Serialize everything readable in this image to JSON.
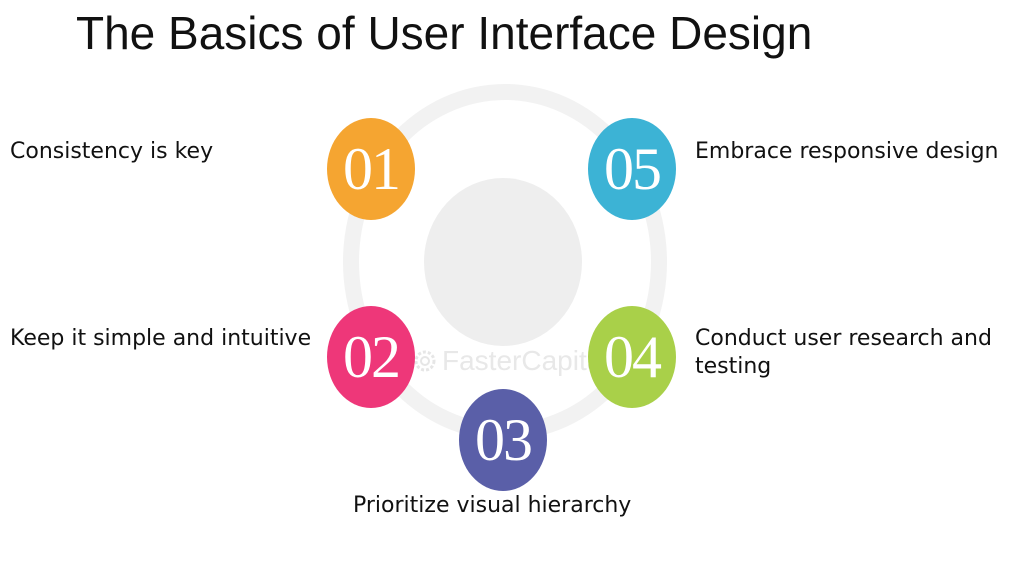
{
  "title": "The Basics of User Interface Design",
  "steps": [
    {
      "number": "01",
      "label": "Consistency is key",
      "color": "#f5a531"
    },
    {
      "number": "02",
      "label": "Keep it simple and intuitive",
      "color": "#ee3779"
    },
    {
      "number": "03",
      "label": "Prioritize visual hierarchy",
      "color": "#5a5fa8"
    },
    {
      "number": "04",
      "label": "Conduct user research and testing",
      "color": "#a9d049"
    },
    {
      "number": "05",
      "label": "Embrace responsive design",
      "color": "#3cb3d5"
    }
  ],
  "watermark": {
    "text": "FasterCapital",
    "icon": "gear-icon"
  }
}
